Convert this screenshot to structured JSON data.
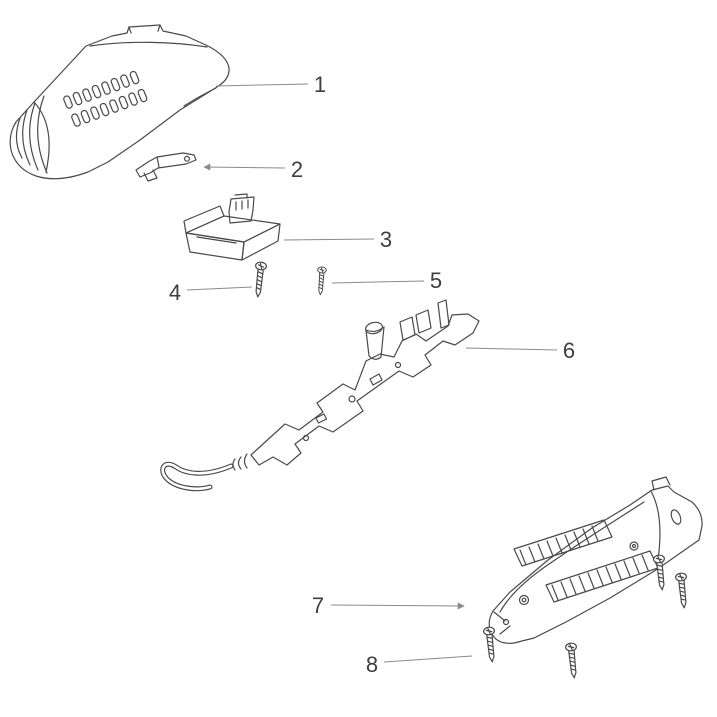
{
  "diagram": {
    "type": "exploded-parts-diagram",
    "background_color": "#ffffff",
    "line_color": "#4a4a4a",
    "leader_line_color": "#8a8a8a",
    "label_color": "#3e3e3e",
    "callouts": [
      {
        "number": "1"
      },
      {
        "number": "2"
      },
      {
        "number": "3"
      },
      {
        "number": "4"
      },
      {
        "number": "5"
      },
      {
        "number": "6"
      },
      {
        "number": "7"
      },
      {
        "number": "8"
      }
    ]
  }
}
